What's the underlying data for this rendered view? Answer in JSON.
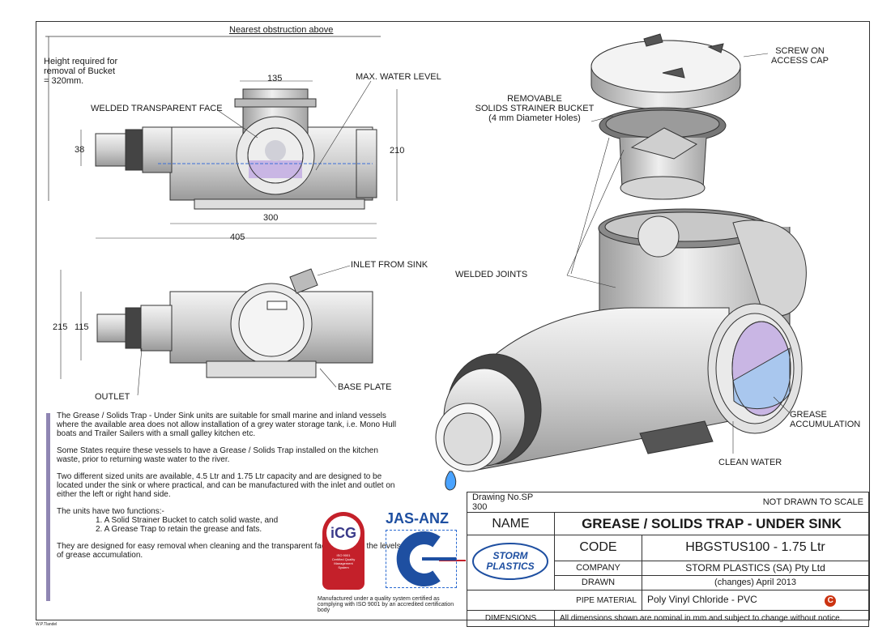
{
  "top_labels": {
    "nearest_obstruction": "Nearest obstruction above",
    "height_note": "Height required for\nremoval of Bucket\n= 320mm.",
    "max_water_level": "MAX. WATER LEVEL",
    "welded_face": "WELDED TRANSPARENT FACE",
    "inlet": "INLET FROM SINK",
    "base_plate": "BASE PLATE",
    "outlet": "OUTLET"
  },
  "dimensions": {
    "d135": "135",
    "d38": "38",
    "d210": "210",
    "d300": "300",
    "d405": "405",
    "d215": "215",
    "d115": "115"
  },
  "iso_labels": {
    "screw_cap": "SCREW ON\nACCESS CAP",
    "bucket": "REMOVABLE\nSOLIDS STRAINER BUCKET\n(4 mm Diameter Holes)",
    "welded_joints": "WELDED JOINTS",
    "grease": "GREASE\nACCUMULATION",
    "clean_water": "CLEAN WATER"
  },
  "description": [
    "The Grease / Solids Trap - Under Sink units are suitable for small marine and inland vessels where the available area does not allow installation of a grey water storage tank, i.e. Mono Hull boats and Trailer Sailers with a small galley kitchen etc.",
    "Some States require these vessels to have a Grease / Solids Trap installed on the kitchen waste, prior to returning waste water to the river.",
    "Two different sized units are available, 4.5 Ltr and 1.75 Ltr capacity and are designed to be located under the sink or where practical, and can be manufactured with the inlet and outlet on either the left or right hand side.",
    "The units have two functions:-"
  ],
  "functions": [
    "1. A Solid Strainer Bucket to catch solid waste, and",
    "2. A Grease Trap to retain the grease and fats."
  ],
  "description_end": "They are designed for easy removal when cleaning and the transparent face indicates the levels of grease accumulation.",
  "logos": {
    "icg": "iCG",
    "icg_small": "ISO 9001\nCertified Quality\nManagement\nSystem",
    "jas": "JAS-ANZ",
    "quality_note": "Manufactured under a quality system certified as complying with ISO 9001 by an accredited certification body",
    "storm": "STORM\nPLASTICS"
  },
  "title_block": {
    "drawing_no": "Drawing No.SP 300",
    "scale_note": "NOT DRAWN TO SCALE",
    "name_label": "NAME",
    "name_value": "GREASE / SOLIDS TRAP - UNDER SINK",
    "code_label": "CODE",
    "code_value": "HBGSTUS100 - 1.75 Ltr",
    "company_label": "COMPANY",
    "company_value": "STORM PLASTICS (SA) Pty Ltd",
    "drawn_label": "DRAWN",
    "drawn_value": "(changes) April 2013",
    "material_label": "PIPE MATERIAL",
    "material_value": "Poly Vinyl Chloride - PVC",
    "copyright": "C",
    "dimensions_label": "DIMENSIONS",
    "dimensions_value": "All dimensions shown are nominal in mm and subject to change without notice."
  },
  "footer_mark": "W.P.Tlandel",
  "colors": {
    "desc_bar": "#8f86b3",
    "pvc": "#d9d9d9",
    "water": "#a9c7ee",
    "grease": "#c9b6e4",
    "icg_red": "#c4202a",
    "jas_blue": "#1e4fa1"
  }
}
